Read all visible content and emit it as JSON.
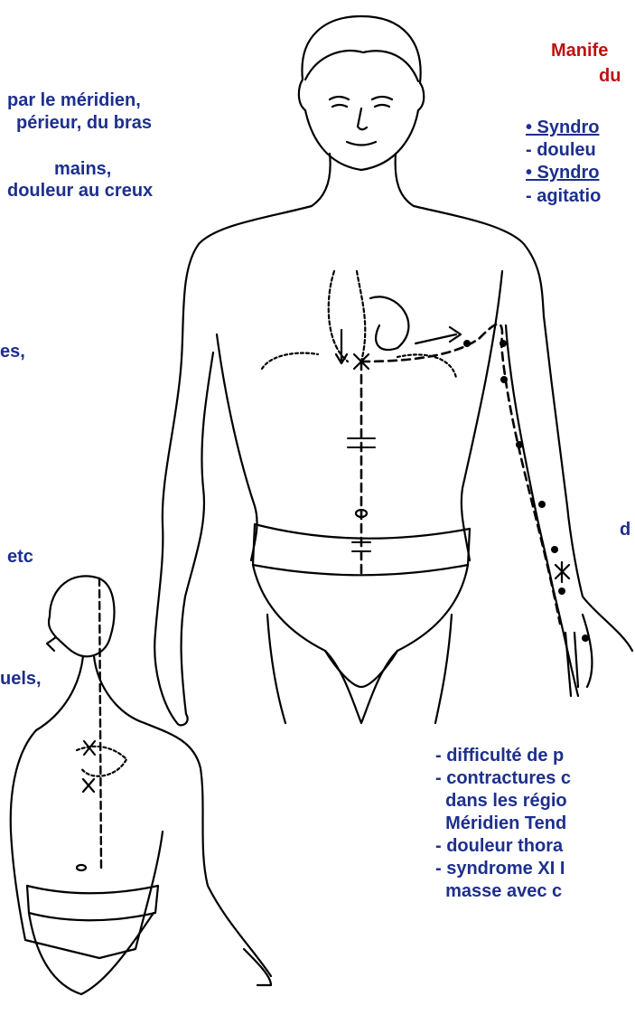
{
  "colors": {
    "text_blue": "#1d2f8e",
    "title_red": "#c01010",
    "line": "#000000"
  },
  "right_panel": {
    "title_line1": "Manife",
    "title_line2": "du",
    "syndrome_label_1": "• Syndro",
    "item_1": "- douleu",
    "syndrome_label_2": "• Syndro",
    "item_2": "- agitatio"
  },
  "left_panel": {
    "line_1": "par le méridien,",
    "line_2": "périeur, du bras",
    "line_3": "mains,",
    "line_4": "douleur au creux",
    "line_5": "es,",
    "line_6": "etc",
    "line_7": "uels,"
  },
  "mid_right": {
    "fragment": "d"
  },
  "bottom_right": {
    "items": [
      "- difficulté de p",
      "- contractures c",
      "  dans les régio",
      "  Méridien Tend",
      "- douleur thora",
      "- syndrome XI I",
      "  masse avec c"
    ]
  }
}
